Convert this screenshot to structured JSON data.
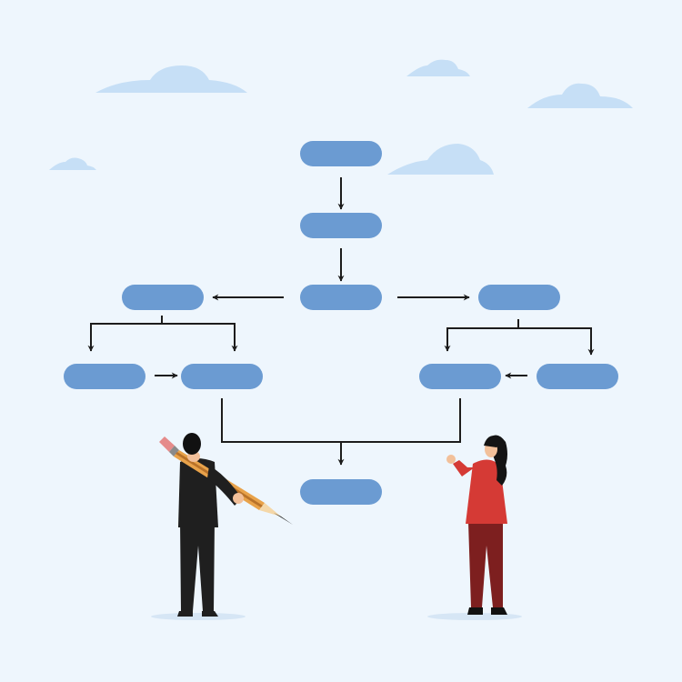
{
  "colors": {
    "background": "#eef6fd",
    "cloud": "#c6dff6",
    "node_fill": "#6b9bd2",
    "connector": "#1c1c1c",
    "ground_shadow": "#d6e6f5",
    "man_suit": "#1f1f1f",
    "man_hair": "#111111",
    "skin": "#f2c09a",
    "pencil_body": "#e8a24a",
    "pencil_stripe": "#b8722a",
    "pencil_eraser": "#e58b8b",
    "pencil_ferrule": "#8a8a8a",
    "pencil_wood": "#f4d7a8",
    "woman_blazer": "#d53a35",
    "woman_trousers": "#7d1f1f",
    "woman_hair": "#141414"
  },
  "diagram": {
    "type": "flowchart",
    "node_labels_visible": false,
    "nodes": [
      {
        "id": "n1"
      },
      {
        "id": "n2"
      },
      {
        "id": "n3"
      },
      {
        "id": "n4"
      },
      {
        "id": "n5"
      },
      {
        "id": "n6"
      },
      {
        "id": "n7"
      },
      {
        "id": "n8"
      },
      {
        "id": "n9"
      },
      {
        "id": "n10"
      }
    ],
    "edges": [
      {
        "from": "n1",
        "to": "n2"
      },
      {
        "from": "n2",
        "to": "n3"
      },
      {
        "from": "n3",
        "to": "n4"
      },
      {
        "from": "n3",
        "to": "n5"
      },
      {
        "from": "n4",
        "to": "n6"
      },
      {
        "from": "n4",
        "to": "n7"
      },
      {
        "from": "n6",
        "to": "n7"
      },
      {
        "from": "n5",
        "to": "n8"
      },
      {
        "from": "n5",
        "to": "n9"
      },
      {
        "from": "n9",
        "to": "n8"
      },
      {
        "from": "n7",
        "to": "n10"
      },
      {
        "from": "n8",
        "to": "n10"
      }
    ]
  },
  "figures": [
    {
      "role": "man-holding-pencil"
    },
    {
      "role": "woman-presenting"
    }
  ],
  "decor": {
    "cloud_count": 5
  }
}
